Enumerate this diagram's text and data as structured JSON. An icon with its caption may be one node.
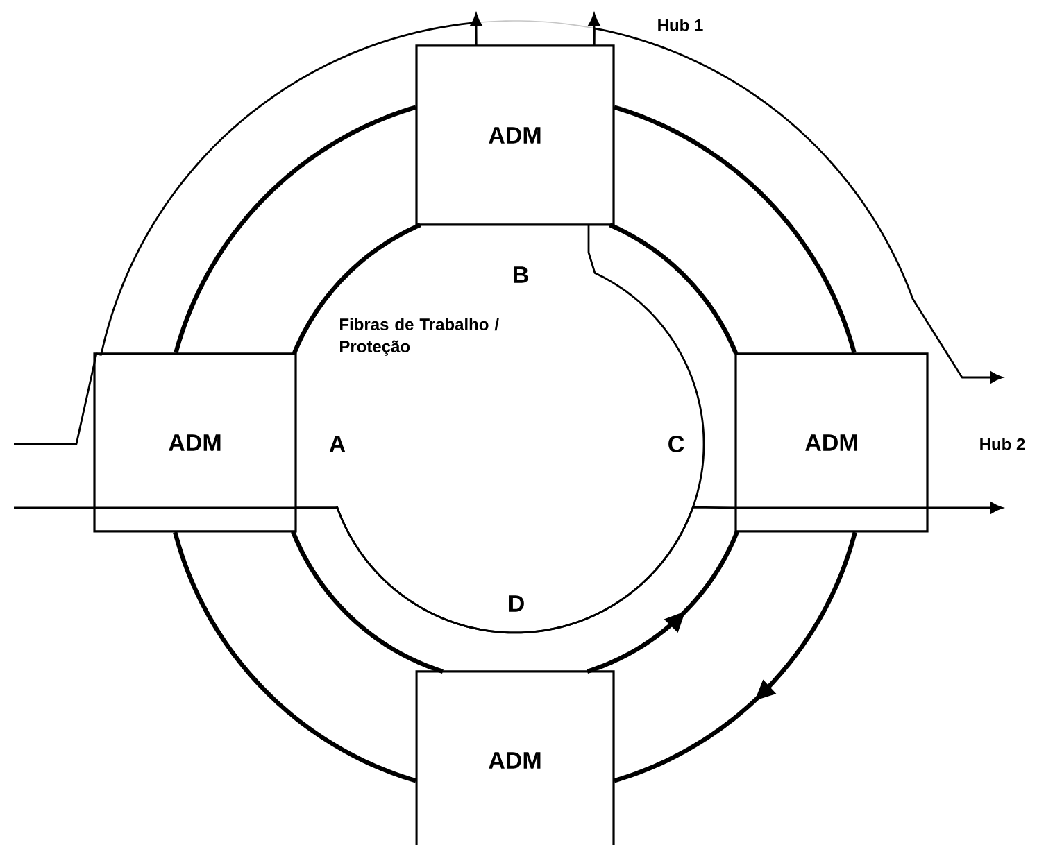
{
  "diagram": {
    "nodes": [
      {
        "text": [
          "ADM"
        ]
      },
      {
        "text": [
          "ADM"
        ]
      },
      {
        "text": [
          "ADM"
        ]
      },
      {
        "text": [
          "ADM"
        ]
      }
    ],
    "edges": [
      {
        "from": null,
        "to": 1,
        "arrow": "none"
      },
      {
        "from": 1,
        "to": 0,
        "arrow": "none"
      },
      {
        "from": 0,
        "to": null,
        "arrow": "to"
      },
      {
        "from": 0,
        "to": null,
        "arrow": "to"
      },
      {
        "from": 0,
        "to": null,
        "arrow": "to"
      },
      {
        "from": null,
        "to": 1,
        "arrow": "none"
      },
      {
        "from": 1,
        "to": 0,
        "arrow": "none"
      },
      {
        "from": 1,
        "to": 2,
        "arrow": "none"
      },
      {
        "from": 2,
        "to": null,
        "arrow": "to"
      },
      {
        "from": 1,
        "to": 0,
        "arrow": "none",
        "style": "thick"
      },
      {
        "from": 0,
        "to": 2,
        "arrow": "none",
        "style": "thick"
      },
      {
        "from": 3,
        "to": 2,
        "arrow": "to",
        "style": "thick"
      },
      {
        "from": 3,
        "to": 1,
        "arrow": "none",
        "style": "thick"
      },
      {
        "from": 1,
        "to": 0,
        "arrow": "none",
        "style": "thick"
      },
      {
        "from": 0,
        "to": 2,
        "arrow": "none",
        "style": "thick"
      },
      {
        "from": 2,
        "to": 3,
        "arrow": "to",
        "style": "thick"
      },
      {
        "from": 3,
        "to": 1,
        "arrow": "none",
        "style": "thick"
      }
    ],
    "labels": [
      "Hub 1",
      "B",
      "Fibras de Trabalho / Proteção",
      "A",
      "C",
      "Hub 2",
      "D"
    ]
  }
}
